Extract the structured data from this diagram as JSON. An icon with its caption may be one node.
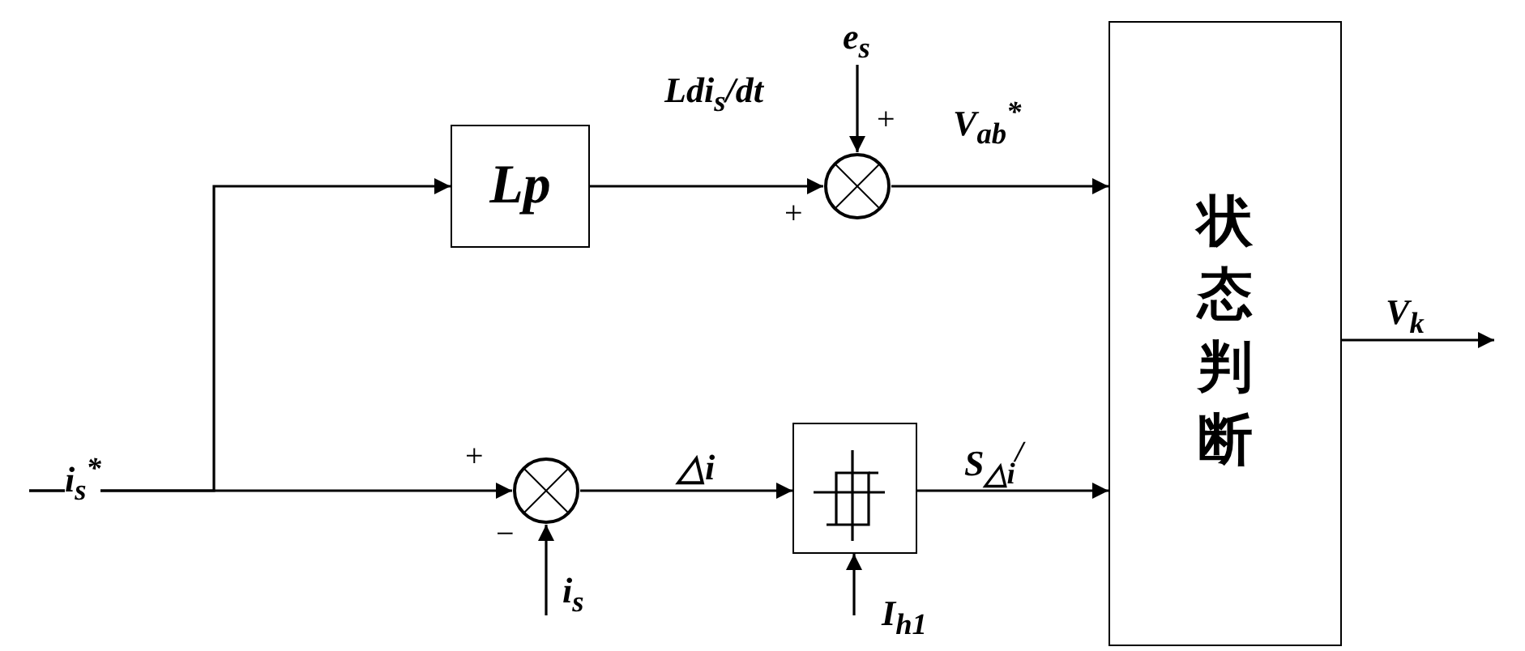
{
  "diagram": {
    "nodes": [
      {
        "text": [
          "Lp"
        ]
      },
      {
        "text": [],
        "shape": "circle"
      },
      {
        "text": [],
        "shape": "circle"
      },
      {
        "text": [],
        "shape": "box"
      },
      {
        "text": [
          "状态判断"
        ]
      }
    ],
    "edges": [
      {
        "from": null,
        "to": 0,
        "arrow": "to"
      },
      {
        "from": null,
        "to": 2,
        "arrow": "to",
        "label": "i$_{s}$$^{*}$"
      },
      {
        "from": 0,
        "to": 1,
        "arrow": "to",
        "label": "Ldi$_{s}$/dt"
      },
      {
        "from": null,
        "to": 1,
        "arrow": "to",
        "label": "e$_{s}$"
      },
      {
        "from": 1,
        "to": 4,
        "arrow": "to",
        "label": "V$_{ab}$$^{*}$"
      },
      {
        "from": null,
        "to": 2,
        "arrow": "to",
        "label": "i$_{s}$"
      },
      {
        "from": 2,
        "to": 3,
        "arrow": "to",
        "label": "△i"
      },
      {
        "from": null,
        "to": 3,
        "arrow": "to",
        "label": "I$_{h1}$"
      },
      {
        "from": 3,
        "to": 4,
        "arrow": "to",
        "label": "S$_{△i}$$^{/}$"
      },
      {
        "from": 4,
        "to": null,
        "arrow": "to",
        "label": "V$_{k}$"
      }
    ],
    "labels": [
      "+",
      "+",
      "+",
      "−"
    ]
  }
}
